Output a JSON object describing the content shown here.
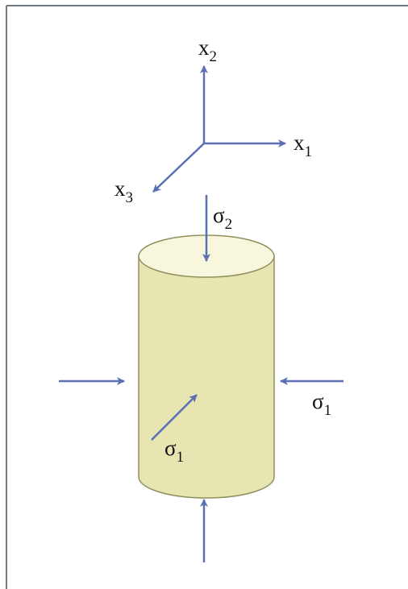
{
  "labels": {
    "axis_x1": {
      "main": "x",
      "sub": "1"
    },
    "axis_x2": {
      "main": "x",
      "sub": "2"
    },
    "axis_x3": {
      "main": "x",
      "sub": "3"
    },
    "stress_top": {
      "main": "σ",
      "sub": "2"
    },
    "stress_right": {
      "main": "σ",
      "sub": "1"
    },
    "stress_front": {
      "main": "σ",
      "sub": "1"
    }
  },
  "colors": {
    "arrow": "#5b6fb3",
    "cylinder_body": "#e7e6b2",
    "cylinder_top": "#f8f7dd",
    "cylinder_outline": "#8f8f5c",
    "frame_border": "#707a80",
    "text": "#111111"
  }
}
